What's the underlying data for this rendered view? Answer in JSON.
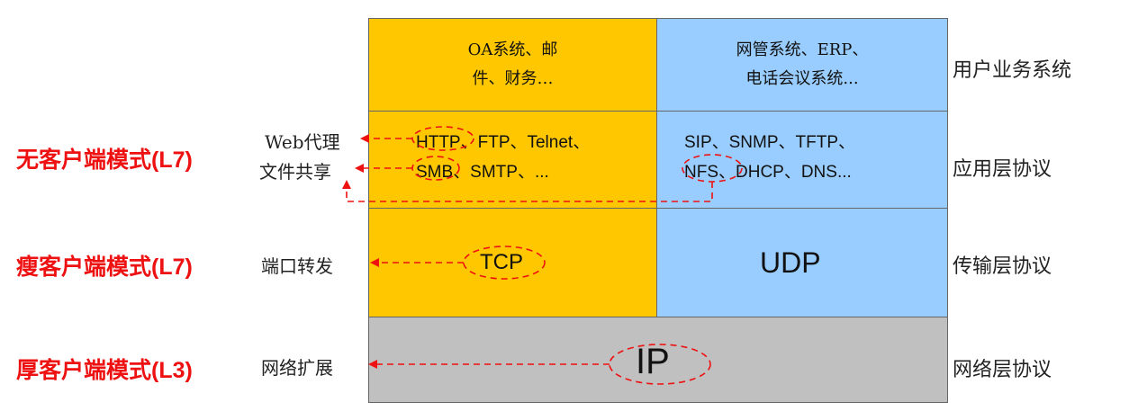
{
  "business": {
    "left": [
      "OA系统、邮",
      "件、财务…"
    ],
    "right": [
      "网管系统、ERP、",
      "电话会议系统..."
    ]
  },
  "app": {
    "left": [
      "HTTP、FTP、Telnet、",
      "SMB、SMTP、..."
    ],
    "right": [
      "SIP、SNMP、TFTP、",
      "NFS、DHCP、DNS..."
    ]
  },
  "transport": {
    "left": "TCP",
    "right": "UDP"
  },
  "network": {
    "center": "IP"
  },
  "right_labels": {
    "business": "用户业务系统",
    "app": "应用层协议",
    "transport": "传输层协议",
    "network": "网络层协议"
  },
  "features": {
    "web_proxy": "Web代理",
    "file_share": "文件共享",
    "port_forward": "端口转发",
    "network_ext": "网络扩展"
  },
  "modes": {
    "clientless": "无客户端模式(L7)",
    "thin": "瘦客户端模式(L7)",
    "thick": "厚客户端模式(L3)"
  },
  "colors": {
    "yellow": "#ffc700",
    "blue": "#99ccff",
    "gray": "#c0c0c0",
    "red": "#ee1111"
  }
}
